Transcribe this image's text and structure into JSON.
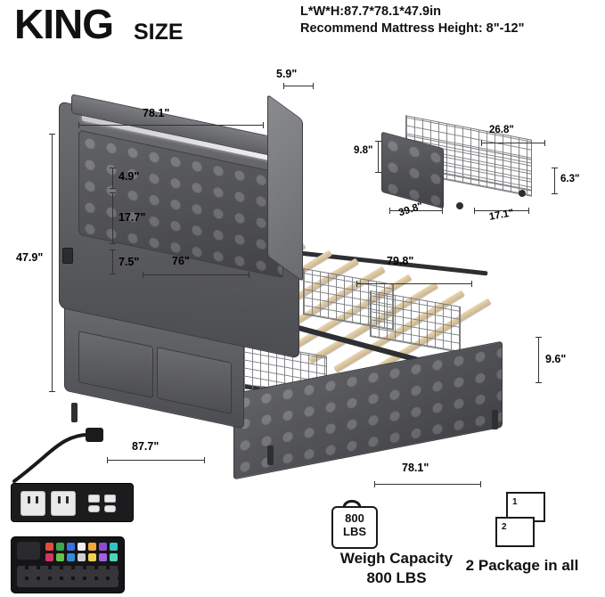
{
  "title": {
    "king": "KING",
    "size": "SIZE"
  },
  "spec": {
    "line1": "L*W*H:87.7*78.1*47.9in",
    "line2": "Recommend Mattress Height: 8\"-12\""
  },
  "bed_dimensions": {
    "headboard_width": "78.1\"",
    "headboard_depth": "5.9\"",
    "led_shelf_height": "4.9\"",
    "tufted_panel_height": "17.7\"",
    "lower_panel_height": "7.5\"",
    "total_height": "47.9\"",
    "interior_width": "76\"",
    "interior_length": "79.8\"",
    "frame_height_to_deck": "9.6\"",
    "overall_length": "87.7\"",
    "overall_width": "78.1\""
  },
  "drawer": {
    "height": "9.8\"",
    "interior_width": "26.8\"",
    "side_height": "6.3\"",
    "front_width": "39.8\"",
    "depth": "17.1\""
  },
  "weight": {
    "badge_line1": "800",
    "badge_line2": "LBS",
    "caption_line1": "Weigh Capacity",
    "caption_line2": "800 LBS"
  },
  "package": {
    "box1_label": "1",
    "box2_label": "2",
    "caption": "2 Package in all"
  },
  "icons": {
    "power_strip": "power-strip-icon",
    "remote": "led-remote-icon",
    "weight": "weight-icon",
    "boxes": "package-boxes-icon"
  },
  "colors": {
    "upholstery": "#5d5e62",
    "slat": "#dec9a3",
    "frame": "#2e2f33",
    "line": "#333333"
  }
}
